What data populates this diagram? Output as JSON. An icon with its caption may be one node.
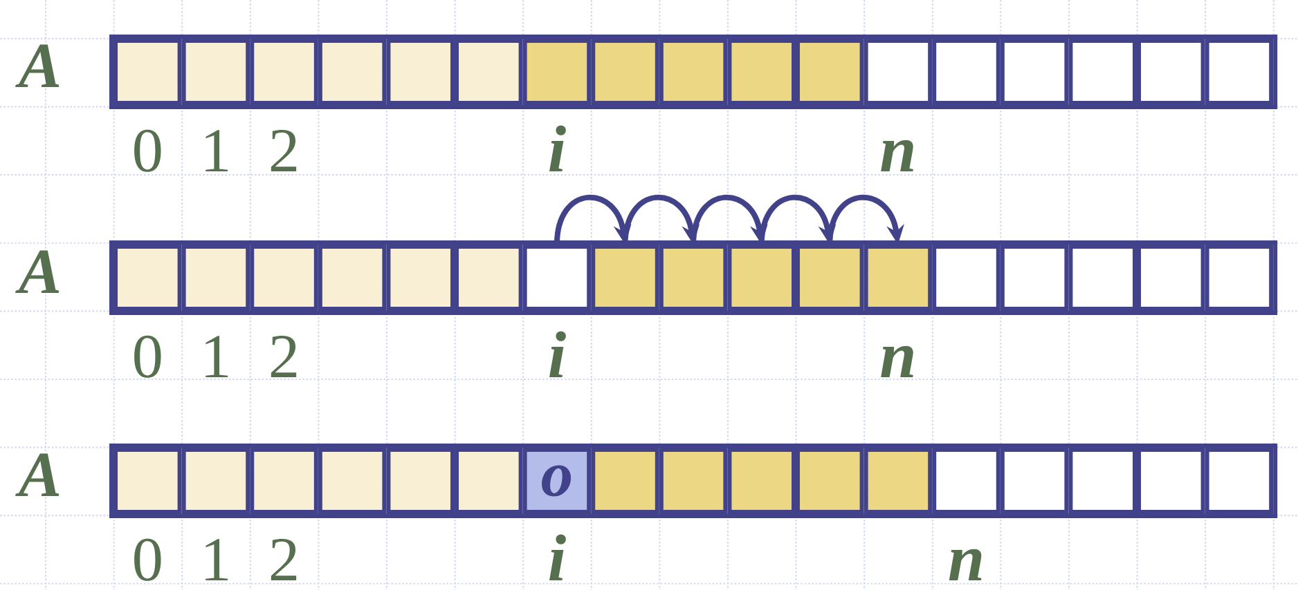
{
  "diagram": {
    "nodes": [
      {
        "text": [
          "A"
        ]
      },
      {
        "text": [],
        "shape": "box",
        "in": 0,
        "beside": [
          "0"
        ]
      },
      {
        "text": [],
        "shape": "box",
        "in": 0,
        "beside": [
          "1"
        ]
      },
      {
        "text": [],
        "shape": "box",
        "in": 0,
        "beside": [
          "2"
        ]
      },
      {
        "text": [],
        "shape": "box",
        "in": 0
      },
      {
        "text": [],
        "shape": "box",
        "in": 0
      },
      {
        "text": [],
        "shape": "box",
        "in": 0
      },
      {
        "text": [],
        "shape": "box",
        "in": 0,
        "beside": [
          "i"
        ]
      },
      {
        "text": [],
        "shape": "box",
        "in": 0
      },
      {
        "text": [],
        "shape": "box",
        "in": 0
      },
      {
        "text": [],
        "shape": "box",
        "in": 0
      },
      {
        "text": [],
        "shape": "box",
        "in": 0
      },
      {
        "text": [],
        "shape": "box",
        "in": 0,
        "beside": [
          "n"
        ]
      },
      {
        "text": [],
        "shape": "box",
        "in": 0
      },
      {
        "text": [],
        "shape": "box",
        "in": 0
      },
      {
        "text": [],
        "shape": "box",
        "in": 0
      },
      {
        "text": [],
        "shape": "box",
        "in": 0
      },
      {
        "text": [],
        "shape": "box",
        "in": 0
      },
      {
        "text": [
          "A"
        ]
      },
      {
        "text": [],
        "shape": "box",
        "in": 18,
        "beside": [
          "0"
        ]
      },
      {
        "text": [],
        "shape": "box",
        "in": 18,
        "beside": [
          "1"
        ]
      },
      {
        "text": [],
        "shape": "box",
        "in": 18,
        "beside": [
          "2"
        ]
      },
      {
        "text": [],
        "shape": "box",
        "in": 18
      },
      {
        "text": [],
        "shape": "box",
        "in": 18
      },
      {
        "text": [],
        "shape": "box",
        "in": 18
      },
      {
        "text": [],
        "shape": "box",
        "in": 18,
        "beside": [
          "i"
        ]
      },
      {
        "text": [],
        "shape": "box",
        "in": 18
      },
      {
        "text": [],
        "shape": "box",
        "in": 18
      },
      {
        "text": [],
        "shape": "box",
        "in": 18
      },
      {
        "text": [],
        "shape": "box",
        "in": 18
      },
      {
        "text": [],
        "shape": "box",
        "in": 18,
        "beside": [
          "n"
        ]
      },
      {
        "text": [],
        "shape": "box",
        "in": 18
      },
      {
        "text": [],
        "shape": "box",
        "in": 18
      },
      {
        "text": [],
        "shape": "box",
        "in": 18
      },
      {
        "text": [],
        "shape": "box",
        "in": 18
      },
      {
        "text": [],
        "shape": "box",
        "in": 18
      },
      {
        "text": [
          "A"
        ]
      },
      {
        "text": [],
        "shape": "box",
        "in": 36,
        "beside": [
          "0"
        ]
      },
      {
        "text": [],
        "shape": "box",
        "in": 36,
        "beside": [
          "1"
        ]
      },
      {
        "text": [],
        "shape": "box",
        "in": 36,
        "beside": [
          "2"
        ]
      },
      {
        "text": [],
        "shape": "box",
        "in": 36
      },
      {
        "text": [],
        "shape": "box",
        "in": 36
      },
      {
        "text": [],
        "shape": "box",
        "in": 36
      },
      {
        "text": [
          "o"
        ],
        "in": 36,
        "beside": [
          "i"
        ]
      },
      {
        "text": [],
        "shape": "box",
        "in": 36
      },
      {
        "text": [],
        "shape": "box",
        "in": 36
      },
      {
        "text": [],
        "shape": "box",
        "in": 36
      },
      {
        "text": [],
        "shape": "box",
        "in": 36
      },
      {
        "text": [],
        "shape": "box",
        "in": 36
      },
      {
        "text": [],
        "shape": "box",
        "in": 36,
        "beside": [
          "n"
        ]
      },
      {
        "text": [],
        "shape": "box",
        "in": 36
      },
      {
        "text": [],
        "shape": "box",
        "in": 36
      },
      {
        "text": [],
        "shape": "box",
        "in": 36
      },
      {
        "text": [],
        "shape": "box",
        "in": 36
      }
    ],
    "edges": [
      {
        "from": 25,
        "to": 26,
        "arrow": "to"
      },
      {
        "from": 26,
        "to": 27,
        "arrow": "to"
      },
      {
        "from": 27,
        "to": 28,
        "arrow": "to"
      },
      {
        "from": 28,
        "to": 29,
        "arrow": "to"
      },
      {
        "from": 29,
        "to": 30,
        "arrow": "to"
      }
    ]
  }
}
